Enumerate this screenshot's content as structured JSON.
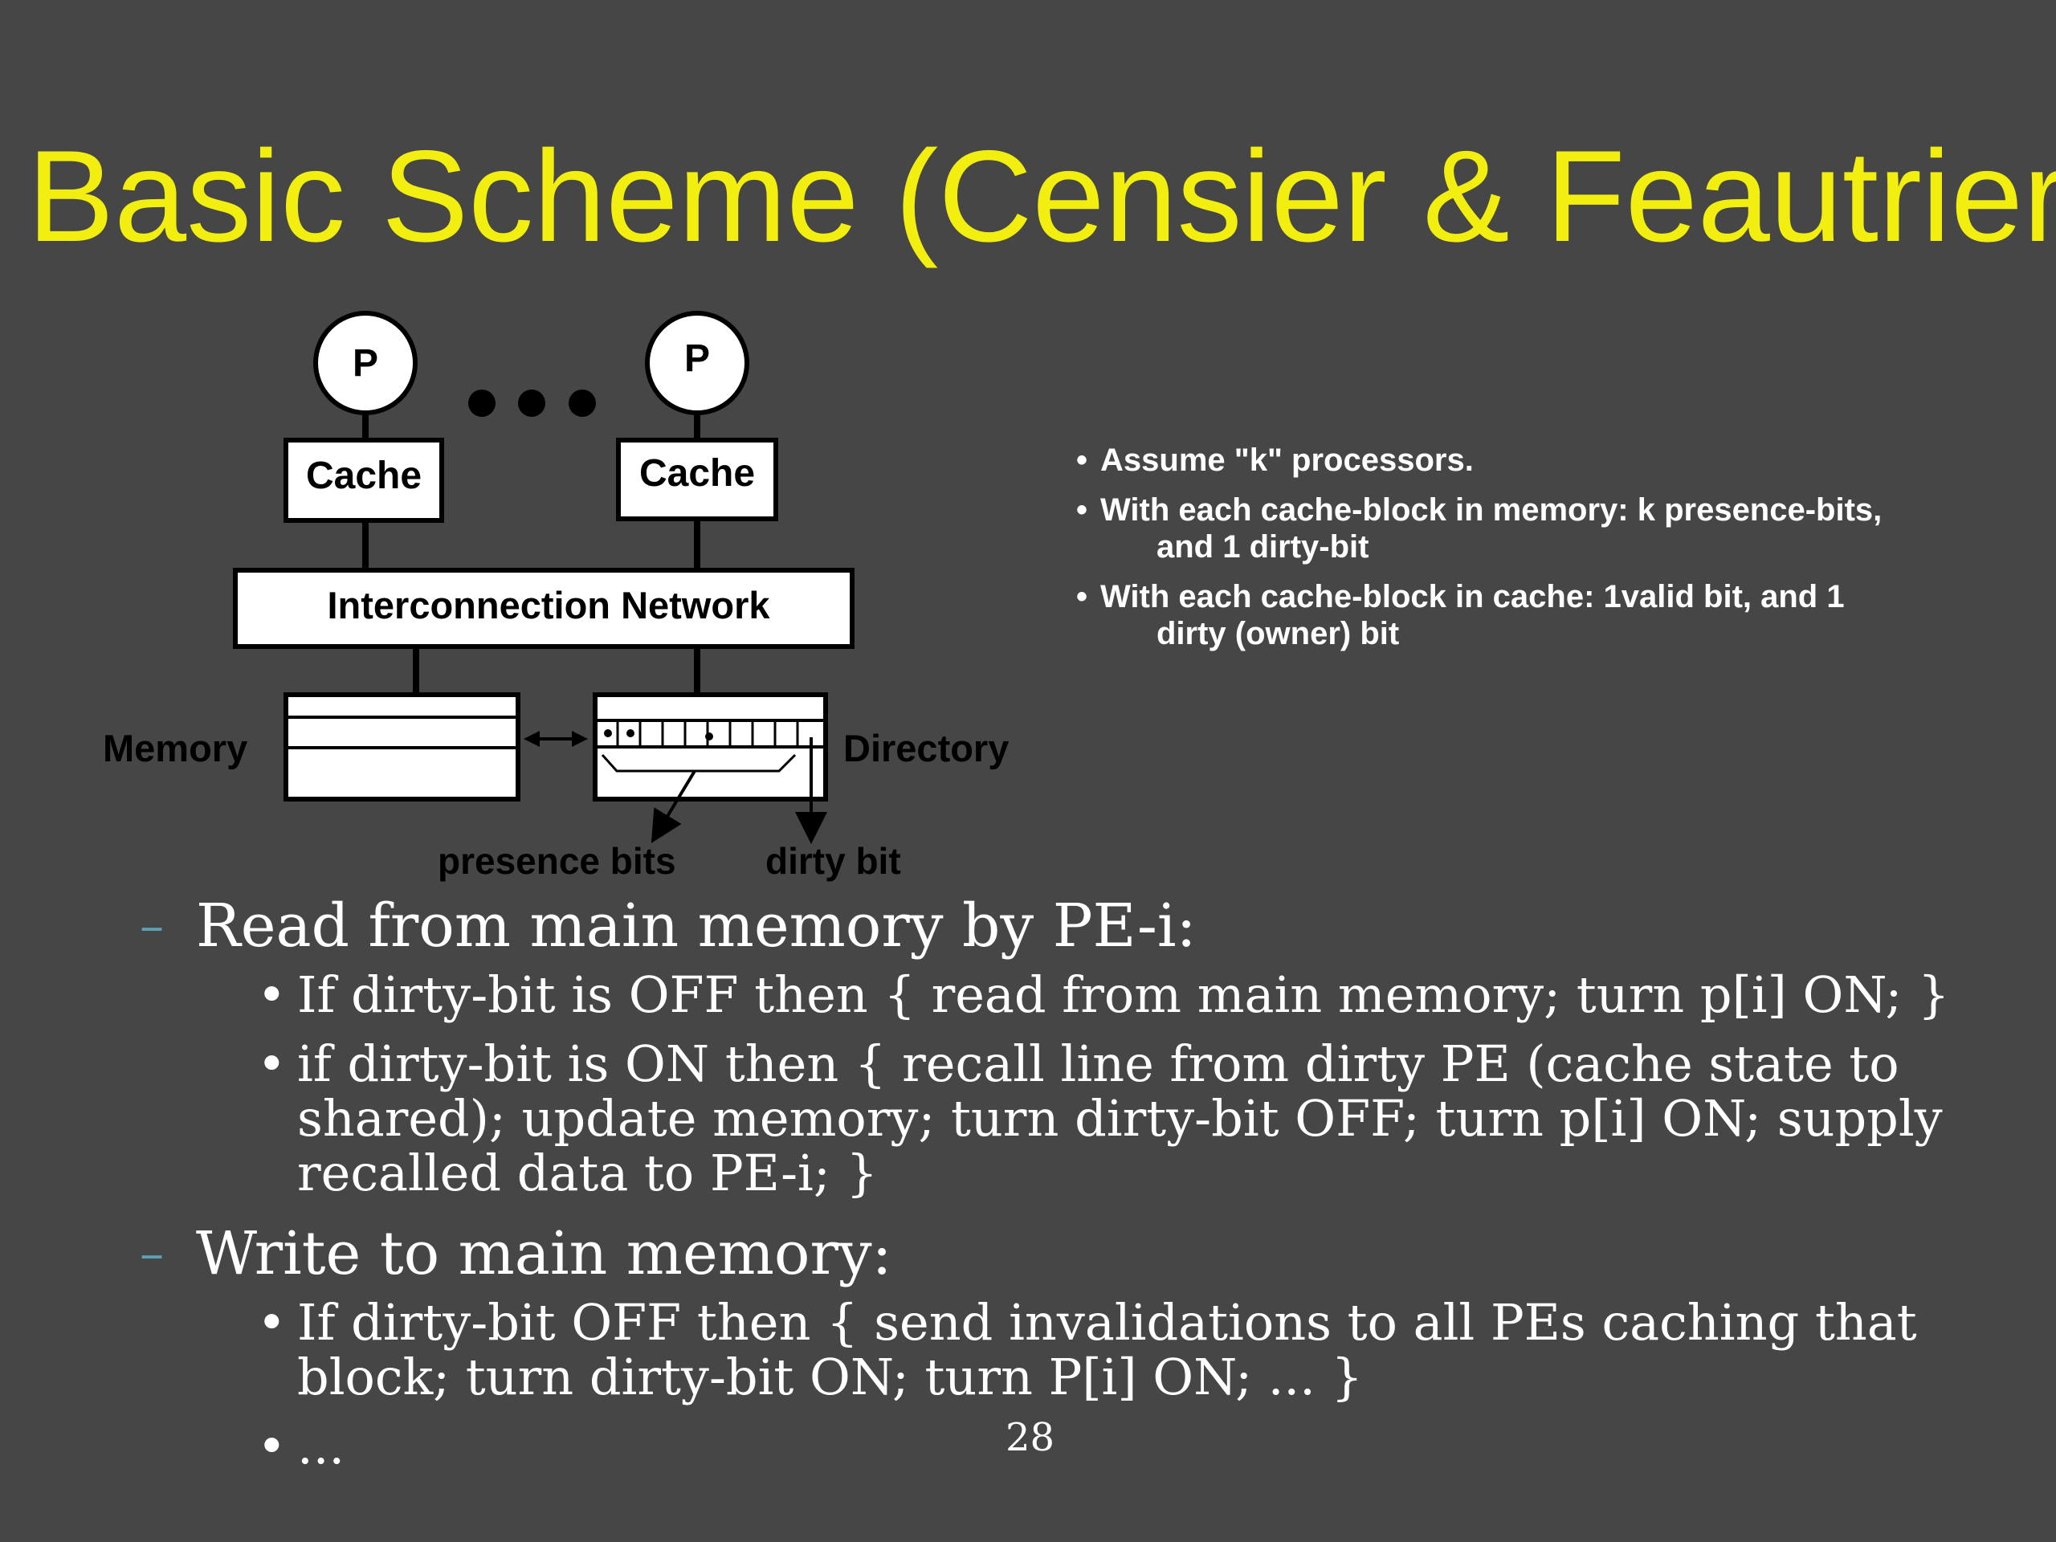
{
  "slide": {
    "title": "Basic Scheme (Censier & Feautrier)",
    "slide_number": "28"
  },
  "diagram": {
    "processor_left": "P",
    "processor_right": "P",
    "ellipsis": "• • •",
    "cache_left": "Cache",
    "cache_right": "Cache",
    "network": "Interconnection Network",
    "memory": "Memory",
    "directory": "Directory",
    "presence_bits": "presence bits",
    "dirty_bit": "dirty bit"
  },
  "notes": [
    {
      "line1": "Assume \"k\" processors.",
      "line2": ""
    },
    {
      "line1": "With each cache-block in memory: k  presence-bits,",
      "line2": "and 1 dirty-bit"
    },
    {
      "line1": "With each cache-block in cache:   1valid bit, and 1",
      "line2": "dirty (owner) bit"
    }
  ],
  "content": {
    "read_heading": "Read from main memory by PE-i:",
    "read_items": [
      "If dirty-bit is OFF then { read from main memory; turn p[i] ON; }",
      "if dirty-bit is ON   then { recall line from dirty PE (cache state to shared); update memory; turn dirty-bit OFF; turn p[i] ON; supply recalled data to PE-i; }"
    ],
    "write_heading": "Write to main memory:",
    "write_items": [
      "If dirty-bit OFF then { send invalidations to all PEs caching that block; turn dirty-bit ON; turn P[i] ON; ... }",
      "..."
    ]
  },
  "colors": {
    "background": "#464646",
    "title": "#f2ee10",
    "text": "#ffffff",
    "dash": "#5f9fb4"
  }
}
